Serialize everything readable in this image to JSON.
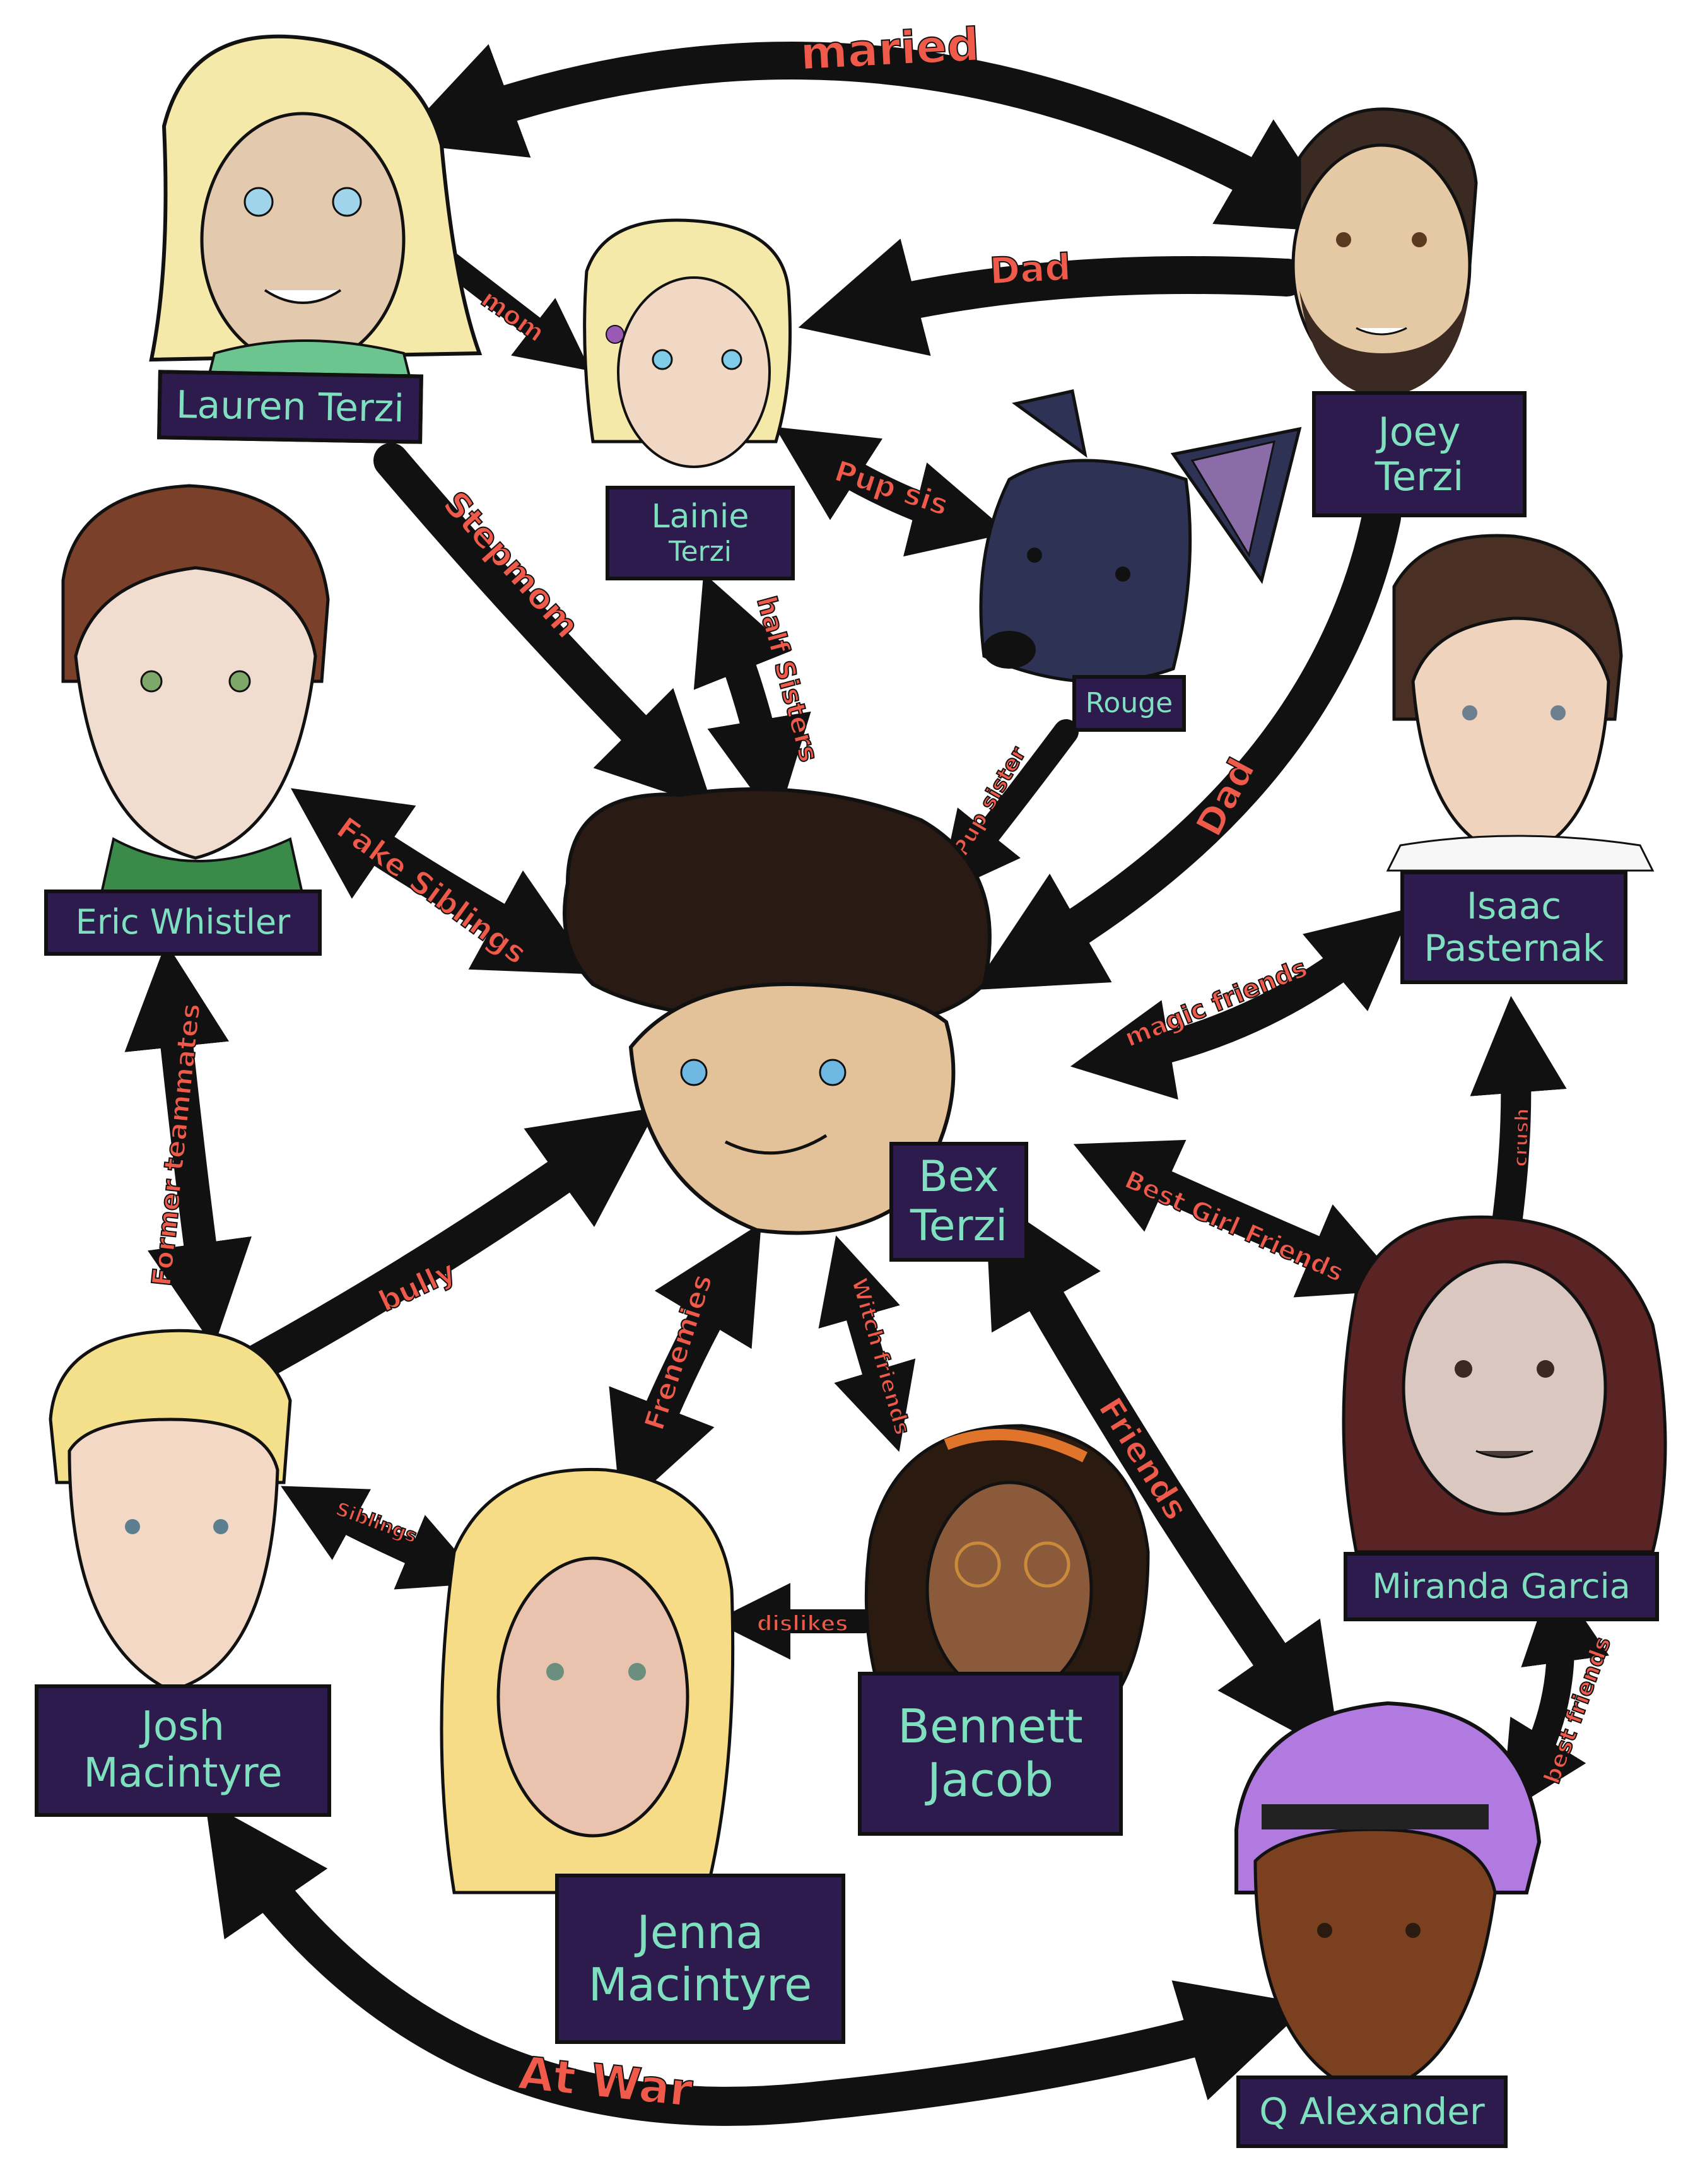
{
  "characters": {
    "lauren": "Lauren Terzi",
    "lainie_1": "Lainie",
    "lainie_2": "Terzi",
    "joey_1": "Joey",
    "joey_2": "Terzi",
    "rouge": "Rouge",
    "eric": "Eric Whistler",
    "isaac_1": "Isaac",
    "isaac_2": "Pasternak",
    "bex_1": "Bex",
    "bex_2": "Terzi",
    "miranda": "Miranda Garcia",
    "josh_1": "Josh",
    "josh_2": "Macintyre",
    "bennett_1": "Bennett",
    "bennett_2": "Jacob",
    "jenna_1": "Jenna",
    "jenna_2": "Macintyre",
    "q": "Q Alexander"
  },
  "relations": {
    "maried": "maried",
    "mom": "mom",
    "dad_lainie": "Dad",
    "stepmom": "Stepmom",
    "pup_sis": "Pup sis",
    "half_sisters": "half Sisters",
    "pup_sister": "Pup sister",
    "dad_bex": "Dad",
    "fake_siblings": "Fake Siblings",
    "magic_friends": "magic friends",
    "former_teammates": "Former teammates",
    "crush": "crush",
    "best_girl_friends": "Best Girl Friends",
    "bully": "bully",
    "frenemies": "Frenemies",
    "witch_friends": "Witch friends",
    "friends": "Friends",
    "siblings": "Siblings",
    "dislikes": "dislikes",
    "best_friends": "best friends",
    "at_war": "At War"
  },
  "colors": {
    "name_box": "#2d1b4e",
    "name_text": "#7fe0c0",
    "label_text": "#f05a4a",
    "arrow": "#111111"
  }
}
